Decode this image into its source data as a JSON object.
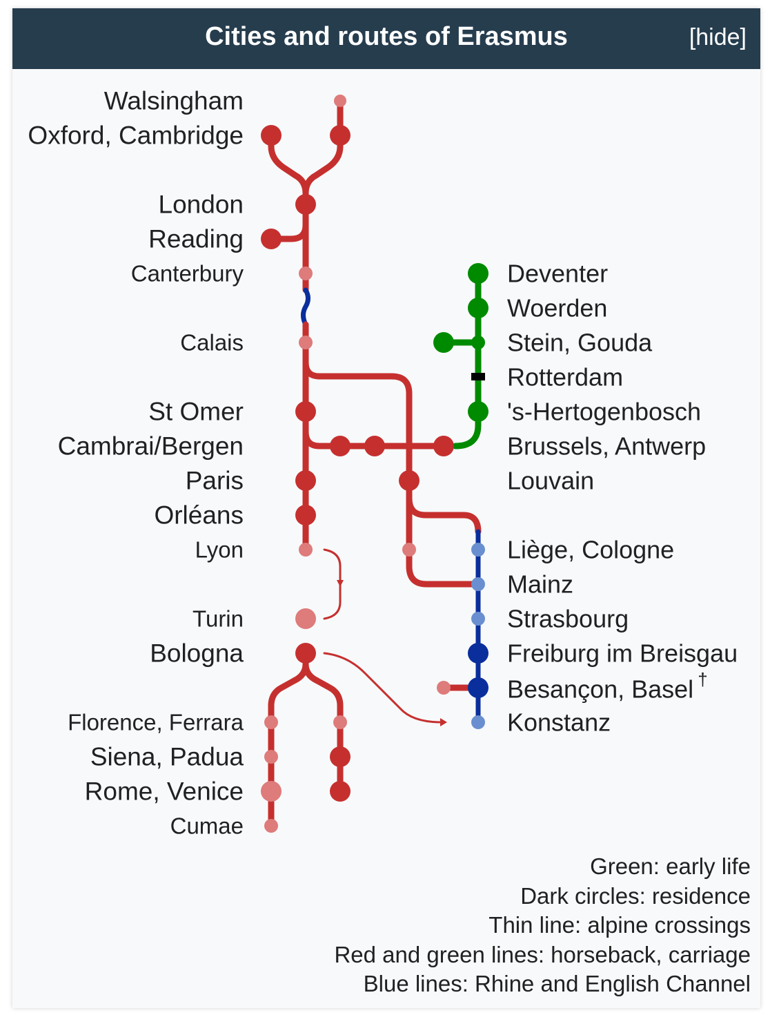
{
  "header": {
    "title": "Cities and routes of Erasmus",
    "toggle": "[hide]"
  },
  "colors": {
    "red": "#c5302f",
    "light_red": "#de7b7b",
    "green": "#008a00",
    "blue": "#0a2e9c",
    "light_blue": "#6a8fd0",
    "header_bg": "#263d4e"
  },
  "left_labels": [
    {
      "text": "Walsingham",
      "size": "large"
    },
    {
      "text": "Oxford, Cambridge",
      "size": "large"
    },
    {
      "text": "London",
      "size": "large"
    },
    {
      "text": "Reading",
      "size": "large"
    },
    {
      "text": "Canterbury",
      "size": "small"
    },
    {
      "text": "Calais",
      "size": "small"
    },
    {
      "text": "St Omer",
      "size": "large"
    },
    {
      "text": "Cambrai/Bergen",
      "size": "large"
    },
    {
      "text": "Paris",
      "size": "large"
    },
    {
      "text": "Orléans",
      "size": "large"
    },
    {
      "text": "Lyon",
      "size": "small"
    },
    {
      "text": "Turin",
      "size": "small"
    },
    {
      "text": "Bologna",
      "size": "large"
    },
    {
      "text": "Florence, Ferrara",
      "size": "small"
    },
    {
      "text": "Siena, Padua",
      "size": "large"
    },
    {
      "text": "Rome, Venice",
      "size": "large"
    },
    {
      "text": "Cumae",
      "size": "small"
    }
  ],
  "right_labels": [
    {
      "text": "Deventer"
    },
    {
      "text": "Woerden"
    },
    {
      "text": "Stein, Gouda"
    },
    {
      "text": "Rotterdam"
    },
    {
      "text": "'s-Hertogenbosch"
    },
    {
      "text": "Brussels, Antwerp"
    },
    {
      "text": "Louvain"
    },
    {
      "text": "Liège, Cologne"
    },
    {
      "text": "Mainz"
    },
    {
      "text": "Strasbourg"
    },
    {
      "text": "Freiburg im Breisgau"
    },
    {
      "text": "Besançon, Basel",
      "suffix": "†"
    },
    {
      "text": "Konstanz"
    }
  ],
  "legend": [
    "Green: early life",
    "Dark circles: residence",
    "Thin line: alpine crossings",
    "Red and green lines: horseback, carriage",
    "Blue lines: Rhine and English Channel"
  ]
}
